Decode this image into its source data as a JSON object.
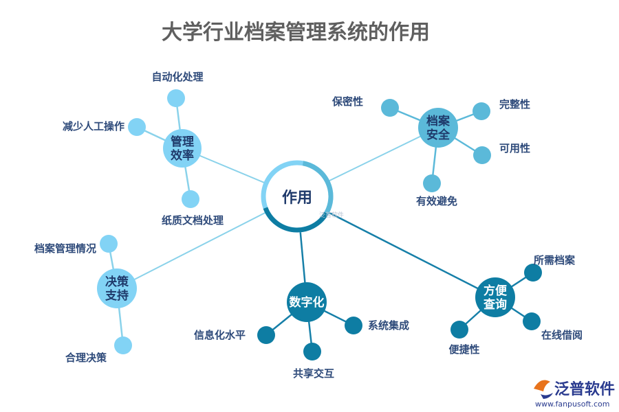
{
  "title": "大学行业档案管理系统的作用",
  "center": {
    "label": "作用",
    "watermark": "泛普软件"
  },
  "colors": {
    "light": "#82d3f5",
    "mid": "#5bb9d9",
    "dark": "#0e7da3",
    "line_light": "#8ad2ea",
    "line_dark": "#167fa8"
  },
  "hubs": [
    {
      "key": "mgmt",
      "lines": [
        "管理",
        "效率"
      ],
      "tone": "light",
      "leaves": [
        "自动化处理",
        "减少人工操作",
        "纸质文档处理"
      ]
    },
    {
      "key": "security",
      "lines": [
        "档案",
        "安全"
      ],
      "tone": "mid",
      "leaves": [
        "保密性",
        "完整性",
        "可用性",
        "有效避免"
      ]
    },
    {
      "key": "decision",
      "lines": [
        "决策",
        "支持"
      ],
      "tone": "light",
      "leaves": [
        "档案管理情况",
        "合理决策"
      ]
    },
    {
      "key": "digital",
      "lines": [
        "数字化"
      ],
      "tone": "dark",
      "leaves": [
        "信息化水平",
        "共享交互",
        "系统集成"
      ]
    },
    {
      "key": "query",
      "lines": [
        "方便",
        "查询"
      ],
      "tone": "dark",
      "leaves": [
        "所需档案",
        "在线借阅",
        "便捷性"
      ]
    }
  ],
  "logo": {
    "name": "泛普软件",
    "url": "www.fanpusoft.com",
    "icon": "fanpu-logo-icon"
  }
}
